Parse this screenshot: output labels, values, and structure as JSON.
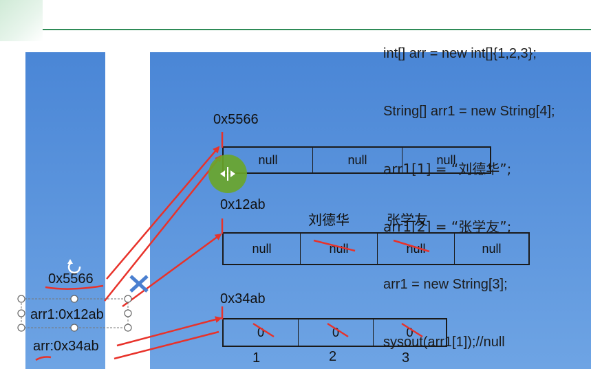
{
  "code": {
    "lines": [
      "int[] arr = new int[]{1,2,3};",
      "String[] arr1 = new String[4];",
      "arr1[1] = “刘德华”;",
      "arr1[2] = “张学友”;",
      "arr1 = new String[3];",
      "sysout(arr1[1]);//null"
    ]
  },
  "stack": {
    "stale_ref": "0x5566",
    "arr1_ref": "arr1:0x12ab",
    "arr_ref": "arr:0x34ab"
  },
  "heap": {
    "array_5566": {
      "address": "0x5566",
      "cells": [
        "null",
        "null",
        "null"
      ]
    },
    "array_12ab": {
      "address": "0x12ab",
      "cells": [
        "null",
        "null",
        "null",
        "null"
      ],
      "assigned": [
        "刘德华",
        "张学友"
      ]
    },
    "array_34ab": {
      "address": "0x34ab",
      "cells": [
        "0",
        "0",
        "0"
      ],
      "assigned": [
        "1",
        "2",
        "3"
      ]
    }
  },
  "colors": {
    "panel": "#5a94dc",
    "annotation": "#e8322a",
    "cursor": "#6aa628"
  }
}
